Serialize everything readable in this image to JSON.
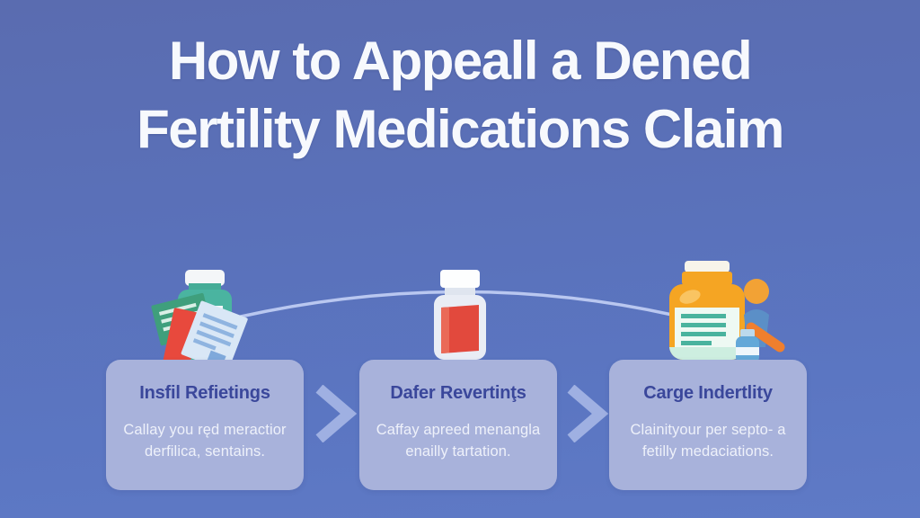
{
  "title": {
    "line1": "How to Appeall a Dened",
    "line2": "Fertility Medications Claim"
  },
  "steps": [
    {
      "title": "Insfil Refietings",
      "body": "Callay you ręd meractior derfilica, sentains.",
      "icon": "documents-and-pill-bottle-icon"
    },
    {
      "title": "Dafer Revertinţs",
      "body": "Caffay apreed menangla enailly tartation.",
      "icon": "medicine-vial-icon"
    },
    {
      "title": "Carge Indertlity",
      "body": "Clainityour per septo- a fetilly medaciations.",
      "icon": "pill-bottle-and-person-icon"
    }
  ],
  "arrow_glyph": "chevron-right",
  "colors": {
    "background": "#5b74be",
    "card": "#a8b2db",
    "card_title": "#3a479b",
    "card_body_text": "#eef1fa",
    "title_text": "#f7f9fd",
    "chevron": "#9fb0e2",
    "connector_line": "#b9c7f0",
    "teal_bottle": "#4ab4a0",
    "red_accent": "#e8493d",
    "orange_accent": "#f5a523",
    "blue_accent": "#5b8fc7"
  }
}
